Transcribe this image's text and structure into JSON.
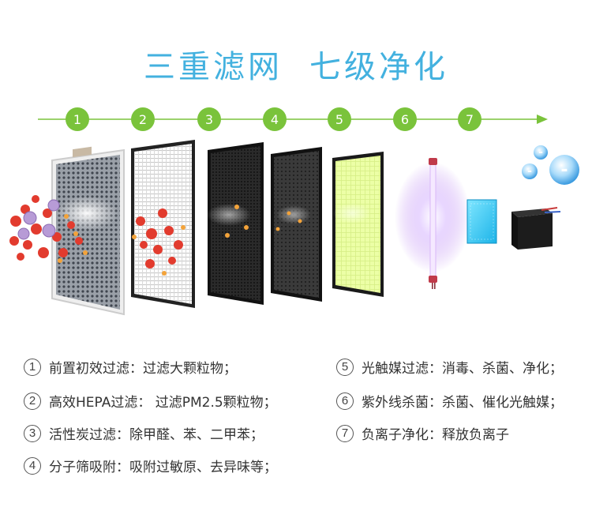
{
  "title": {
    "part1": "三重滤网",
    "part2": "七级净化"
  },
  "colors": {
    "title": "#43b1df",
    "steps": "#7ac33b",
    "ion": "#4aa6e3",
    "uv": "#c79bf2",
    "photo": "#eaff9c"
  },
  "steps": [
    "1",
    "2",
    "3",
    "4",
    "5",
    "6",
    "7"
  ],
  "legend": [
    {
      "num": "1",
      "text": "前置初效过滤：过滤大颗粒物；"
    },
    {
      "num": "2",
      "text": "高效HEPA过滤： 过滤PM2.5颗粒物；"
    },
    {
      "num": "3",
      "text": "活性炭过滤：除甲醛、苯、二甲苯；"
    },
    {
      "num": "4",
      "text": "分子筛吸附：吸附过敏原、去异味等；"
    },
    {
      "num": "5",
      "text": "光触媒过滤：消毒、杀菌、净化；"
    },
    {
      "num": "6",
      "text": "紫外线杀菌：杀菌、催化光触媒；"
    },
    {
      "num": "7",
      "text": "负离子净化：释放负离子"
    }
  ],
  "ions": [
    "-",
    "-",
    "-"
  ]
}
